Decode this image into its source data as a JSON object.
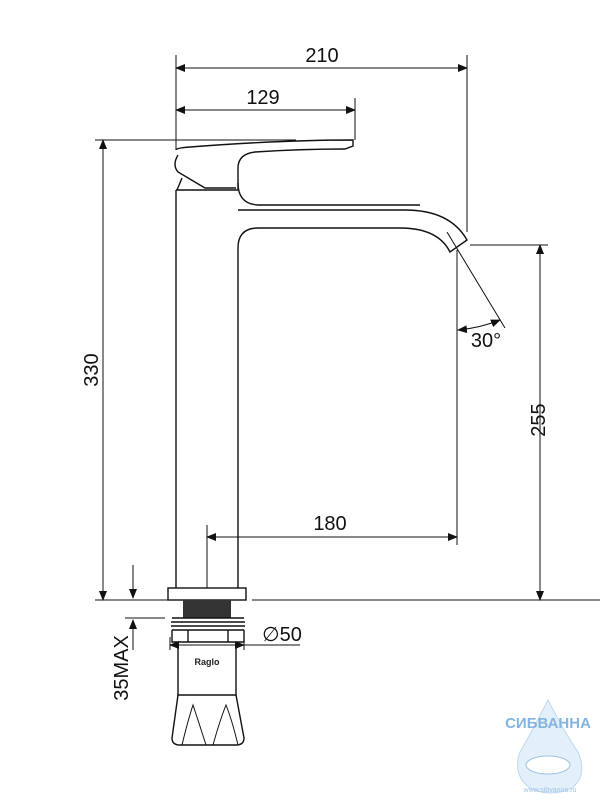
{
  "drawing": {
    "dimensions": {
      "overall_width": "210",
      "handle_length": "129",
      "total_height": "330",
      "spout_height": "255",
      "spout_reach": "180",
      "spout_angle": "30°",
      "base_diameter": "∅50",
      "max_countertop": "35MAX"
    },
    "brand_label": "Raglo",
    "watermark": {
      "name": "СИБВАННА",
      "url": "www.sibvanna.ru"
    },
    "colors": {
      "line": "#111111",
      "watermark": "#5b9bd5"
    }
  }
}
